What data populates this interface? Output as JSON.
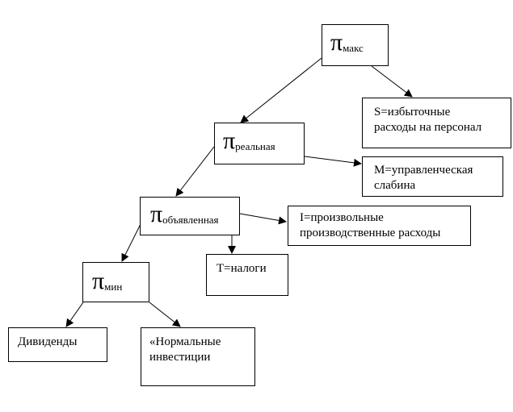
{
  "nodes": {
    "pi_max": {
      "symbol": "π",
      "sub": "макс"
    },
    "pi_real": {
      "symbol": "π",
      "sub": "реальная"
    },
    "pi_declared": {
      "symbol": "π",
      "sub": "объявленная"
    },
    "pi_min": {
      "symbol": "π",
      "sub": "мин"
    },
    "s_box": {
      "line1": "S=избыточные",
      "line2": "расходы на персонал"
    },
    "m_box": {
      "line1": "M=управленческая",
      "line2": "слабина"
    },
    "i_box": {
      "line1": "I=произвольные",
      "line2": "производственные расходы"
    },
    "t_box": {
      "line1": "T=налоги"
    },
    "dividends_box": {
      "line1": "Дивиденды"
    },
    "invest_box": {
      "line1": "«Нормальные",
      "line2": "инвестиции"
    }
  }
}
